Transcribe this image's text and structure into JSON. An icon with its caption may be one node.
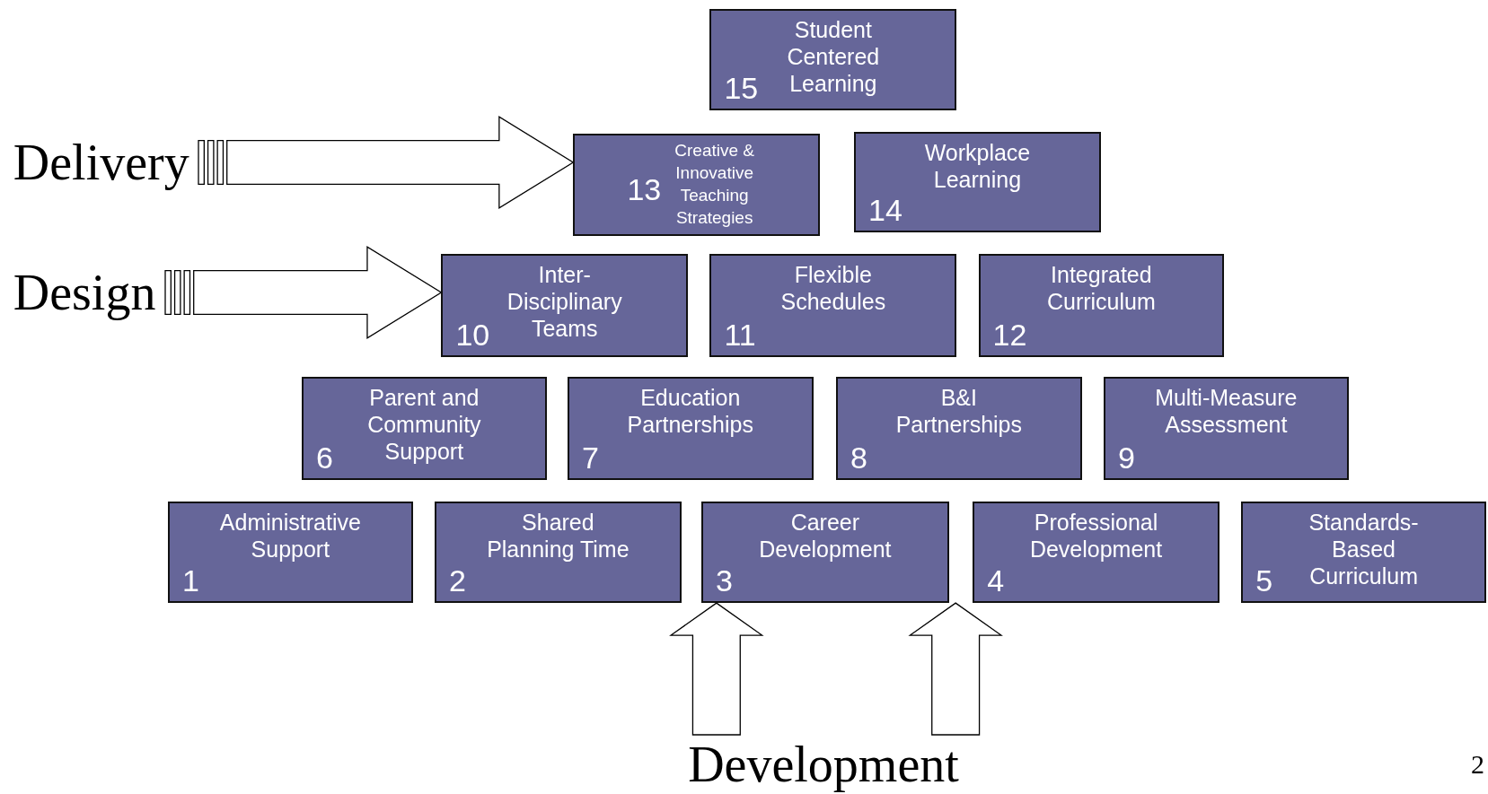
{
  "diagram": {
    "nodes": [
      {
        "text": [
          "15",
          "Student Centered Learning"
        ]
      },
      {
        "text": [
          "Delivery"
        ]
      },
      {
        "text": [
          "13",
          "Creative & Innovative Teaching Strategies"
        ]
      },
      {
        "text": [
          "Workplace Learning",
          "14"
        ]
      },
      {
        "text": [
          "Design"
        ]
      },
      {
        "text": [
          "Inter-Disciplinary Teams",
          "10"
        ]
      },
      {
        "text": [
          "Flexible Schedules",
          "11"
        ]
      },
      {
        "text": [
          "Integrated Curriculum",
          "12"
        ]
      },
      {
        "text": [
          "6",
          "Parent and Community Support"
        ]
      },
      {
        "text": [
          "Education Partnerships",
          "7"
        ]
      },
      {
        "text": [
          "B&I Partnerships",
          "8"
        ]
      },
      {
        "text": [
          "Multi-Measure Assessment",
          "9"
        ]
      },
      {
        "text": [
          "Administrative Support",
          "1"
        ]
      },
      {
        "text": [
          "Shared Planning Time",
          "2"
        ]
      },
      {
        "text": [
          "Career Development",
          "3"
        ]
      },
      {
        "text": [
          "Professional Development",
          "4"
        ]
      },
      {
        "text": [
          "5",
          "Standards-Based Curriculum"
        ]
      },
      {
        "text": [
          "Development"
        ]
      }
    ],
    "edges": [
      {
        "from": 1,
        "to": 2,
        "arrow": "to"
      },
      {
        "from": 4,
        "to": 5,
        "arrow": "to"
      },
      {
        "from": 17,
        "to": 14,
        "arrow": "to"
      },
      {
        "from": 17,
        "to": 15,
        "arrow": "to"
      }
    ],
    "labels": [
      "2"
    ]
  }
}
